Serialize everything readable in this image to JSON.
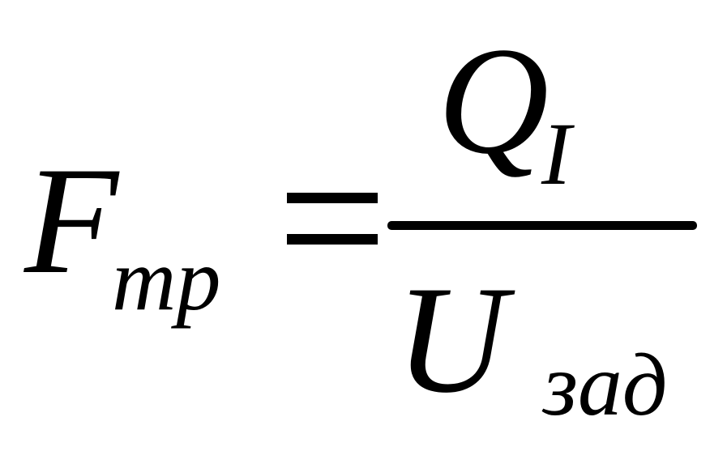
{
  "formula": {
    "lhs": {
      "symbol": "F",
      "subscript": "тр"
    },
    "operator": "=",
    "numerator": {
      "symbol": "Q",
      "subscript": "I"
    },
    "denominator": {
      "symbol": "U",
      "subscript": "зад"
    }
  }
}
